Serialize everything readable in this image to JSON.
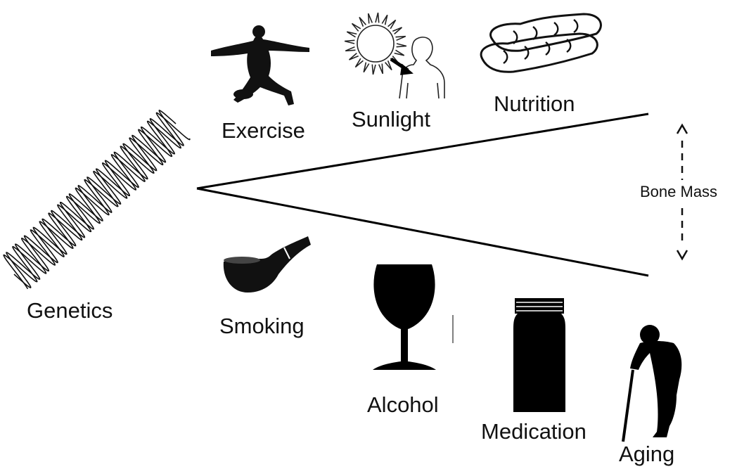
{
  "factors": {
    "genetics": "Genetics",
    "exercise": "Exercise",
    "sunlight": "Sunlight",
    "nutrition": "Nutrition",
    "smoking": "Smoking",
    "alcohol": "Alcohol",
    "medication": "Medication",
    "aging": "Aging"
  },
  "axis_label": "Bone Mass",
  "icons": {
    "genetics": "dna-helix-icon",
    "exercise": "football-player-icon",
    "sunlight": "sun-person-icon",
    "nutrition": "bread-loaves-icon",
    "smoking": "tobacco-pipe-icon",
    "alcohol": "wine-glass-icon",
    "medication": "pill-bottle-icon",
    "aging": "elderly-person-with-cane-icon"
  },
  "colors": {
    "ink": "#111111",
    "background": "#ffffff"
  }
}
